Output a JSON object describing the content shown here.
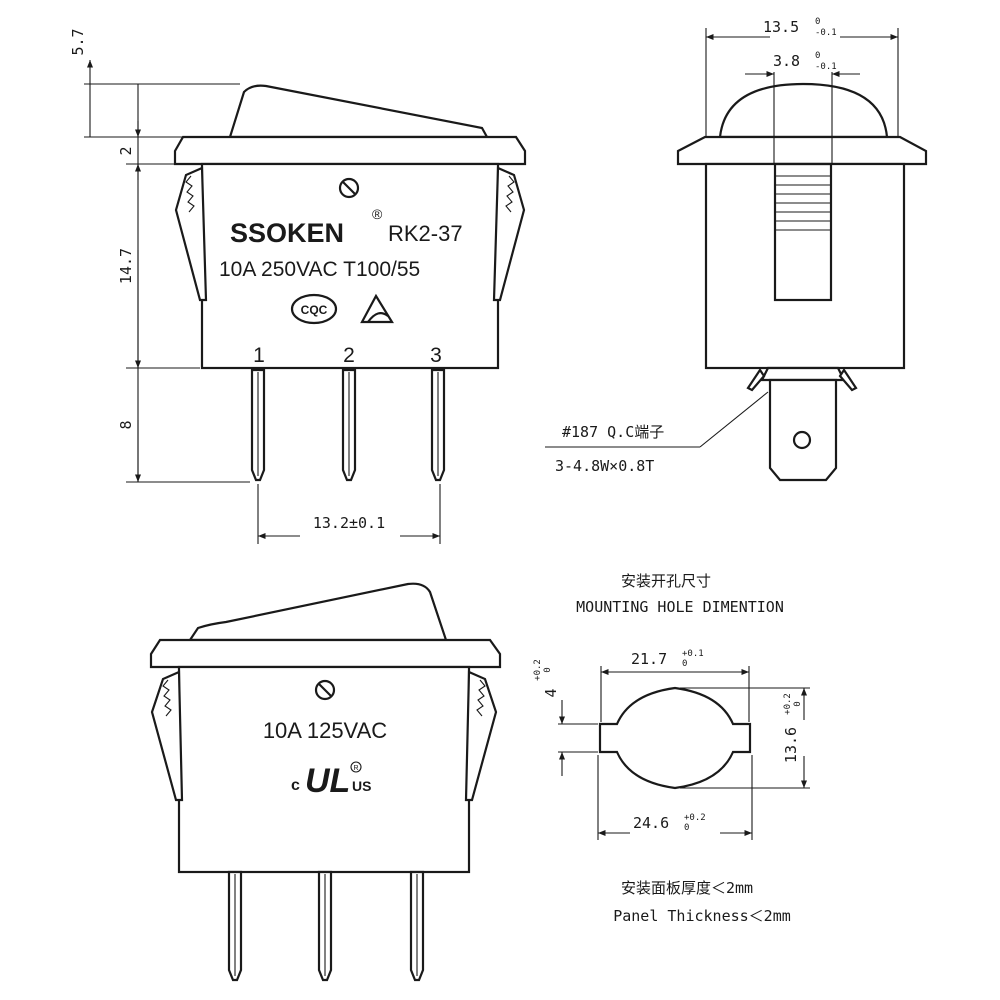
{
  "top_front": {
    "brand": "SSOKEN",
    "registered": "®",
    "model": "RK2-37",
    "rating": "10A 250VAC T100/55",
    "cert_cqc": "CQC",
    "terminals": [
      "1",
      "2",
      "3"
    ]
  },
  "dims_left": {
    "d1": "5.7",
    "d2": "2",
    "d3": "14.7",
    "d4": "8",
    "pitch": "13.2±0.1"
  },
  "side_view": {
    "width_main": "13.5",
    "width_main_tol_upper": "0",
    "width_main_tol_lower": "-0.1",
    "width_actuator": "3.8",
    "width_actuator_tol_upper": "0",
    "width_actuator_tol_lower": "-0.1",
    "terminal_note_line1": "#187 Q.C端子",
    "terminal_note_line2": "3-4.8W×0.8T"
  },
  "bottom_front": {
    "rating": "10A 125VAC",
    "cert_c": "c",
    "cert_ul": "UL",
    "cert_r": "R",
    "cert_us": "US"
  },
  "mounting": {
    "title_cn": "安装开孔尺寸",
    "title_en": "MOUNTING HOLE DIMENTION",
    "top_width": "21.7",
    "top_width_tol_upper": "+0.1",
    "top_width_tol_lower": "0",
    "left_height": "4",
    "left_height_tol_upper": "+0.2",
    "left_height_tol_lower": "0",
    "right_height": "13.6",
    "right_height_tol_upper": "+0.2",
    "right_height_tol_lower": "0",
    "bottom_width": "24.6",
    "bottom_width_tol_upper": "+0.2",
    "bottom_width_tol_lower": "0",
    "panel_cn": "安装面板厚度＜2mm",
    "panel_en": "Panel Thickness＜2mm"
  }
}
